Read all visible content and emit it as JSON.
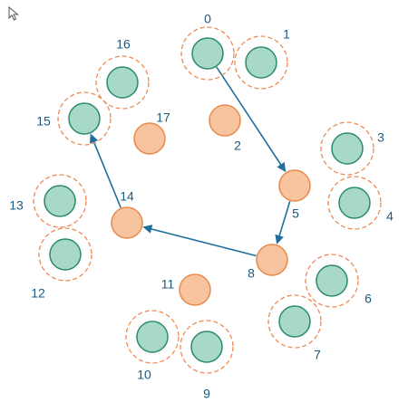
{
  "icons": {
    "cursor": "mouse-pointer-icon"
  },
  "colors": {
    "teal_fill": "#a8d8c8",
    "teal_stroke": "#2a8a6e",
    "orange_fill": "#f8c4a0",
    "orange_stroke": "#e8894a",
    "ring": "#ee8a55",
    "arrow": "#1f6f9a",
    "label": "#1d5a80"
  },
  "nodes": [
    {
      "id": "0",
      "kind": "teal"
    },
    {
      "id": "1",
      "kind": "teal"
    },
    {
      "id": "2",
      "kind": "orange"
    },
    {
      "id": "3",
      "kind": "teal"
    },
    {
      "id": "4",
      "kind": "teal"
    },
    {
      "id": "5",
      "kind": "orange"
    },
    {
      "id": "6",
      "kind": "teal"
    },
    {
      "id": "7",
      "kind": "teal"
    },
    {
      "id": "8",
      "kind": "orange"
    },
    {
      "id": "9",
      "kind": "teal"
    },
    {
      "id": "10",
      "kind": "teal"
    },
    {
      "id": "11",
      "kind": "orange"
    },
    {
      "id": "12",
      "kind": "teal"
    },
    {
      "id": "13",
      "kind": "teal"
    },
    {
      "id": "14",
      "kind": "orange"
    },
    {
      "id": "15",
      "kind": "teal"
    },
    {
      "id": "16",
      "kind": "teal"
    },
    {
      "id": "17",
      "kind": "orange"
    }
  ],
  "edges": [
    {
      "from": "0",
      "to": "5"
    },
    {
      "from": "5",
      "to": "8"
    },
    {
      "from": "8",
      "to": "14"
    },
    {
      "from": "14",
      "to": "15"
    }
  ]
}
